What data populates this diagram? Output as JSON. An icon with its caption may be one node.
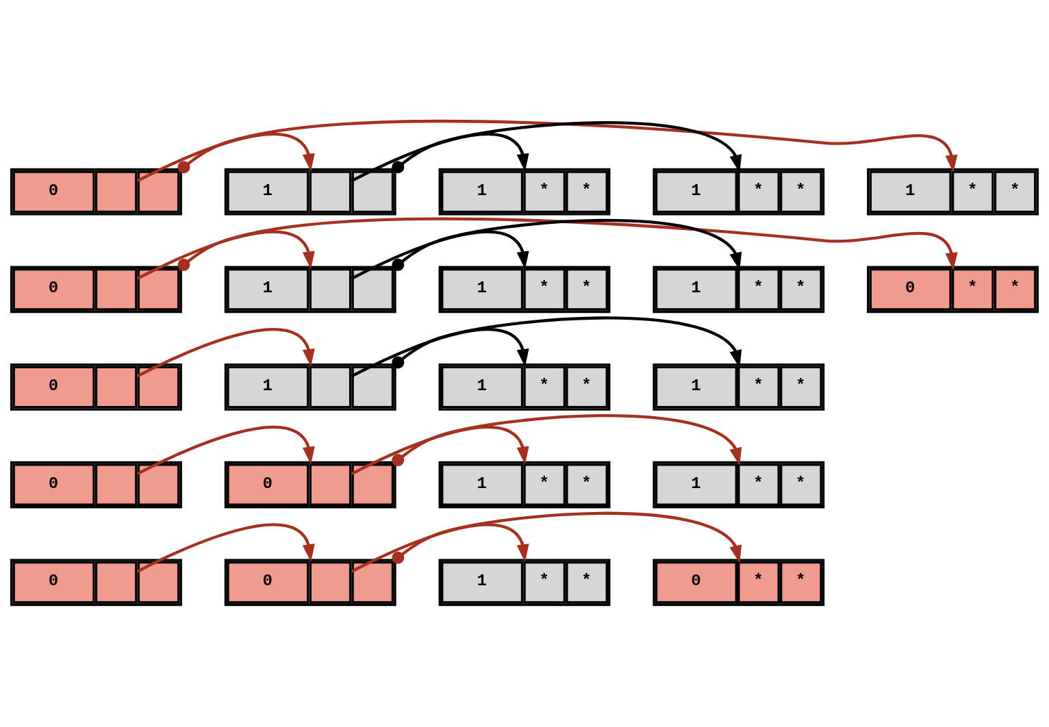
{
  "diagram": {
    "nodes": [
      {
        "text": [
          "0"
        ]
      },
      {
        "text": [
          "1",
          "*",
          "*"
        ]
      },
      {
        "text": [
          "1"
        ]
      },
      {
        "text": [
          "1",
          "*",
          "*"
        ]
      },
      {
        "text": [
          "1",
          "*",
          "*"
        ]
      },
      {
        "text": [
          "0"
        ]
      },
      {
        "text": [
          "0",
          "*",
          "*"
        ]
      },
      {
        "text": [
          "1"
        ]
      },
      {
        "text": [
          "1",
          "*",
          "*"
        ]
      },
      {
        "text": [
          "1",
          "*",
          "*"
        ]
      },
      {
        "text": [
          "0"
        ]
      },
      {
        "text": [
          "1"
        ]
      },
      {
        "text": [
          "1",
          "*",
          "*"
        ]
      },
      {
        "text": [
          "1",
          "*",
          "*"
        ]
      },
      {
        "text": [
          "0"
        ]
      },
      {
        "text": [
          "0"
        ]
      },
      {
        "text": [
          "1",
          "*",
          "*"
        ]
      },
      {
        "text": [
          "1",
          "*",
          "*"
        ]
      },
      {
        "text": [
          "0"
        ]
      },
      {
        "text": [
          "0"
        ]
      },
      {
        "text": [
          "0",
          "*",
          "*"
        ]
      },
      {
        "text": [
          "1",
          "*",
          "*"
        ]
      }
    ],
    "edges": [
      {
        "from": 0,
        "to": 2,
        "arrow": "to"
      },
      {
        "from": 0,
        "to": 1,
        "arrow": "to"
      },
      {
        "from": 2,
        "to": 4,
        "arrow": "to",
        "color": "#000000"
      },
      {
        "from": 2,
        "to": 3,
        "arrow": "to",
        "color": "#000000"
      },
      {
        "from": 5,
        "to": 7,
        "arrow": "to"
      },
      {
        "from": 5,
        "to": 6,
        "arrow": "to"
      },
      {
        "from": 7,
        "to": 9,
        "arrow": "to",
        "color": "#000000"
      },
      {
        "from": 7,
        "to": 8,
        "arrow": "to",
        "color": "#000000"
      },
      {
        "from": 10,
        "to": 11,
        "arrow": "to"
      },
      {
        "from": 11,
        "to": 13,
        "arrow": "to",
        "color": "#000000"
      },
      {
        "from": 11,
        "to": 12,
        "arrow": "to",
        "color": "#000000"
      },
      {
        "from": 14,
        "to": 15,
        "arrow": "to"
      },
      {
        "from": 15,
        "to": 17,
        "arrow": "to"
      },
      {
        "from": 15,
        "to": 16,
        "arrow": "to"
      },
      {
        "from": 18,
        "to": 19,
        "arrow": "to"
      },
      {
        "from": 19,
        "to": 21,
        "arrow": "to"
      },
      {
        "from": 19,
        "to": 20,
        "arrow": "to"
      }
    ]
  }
}
